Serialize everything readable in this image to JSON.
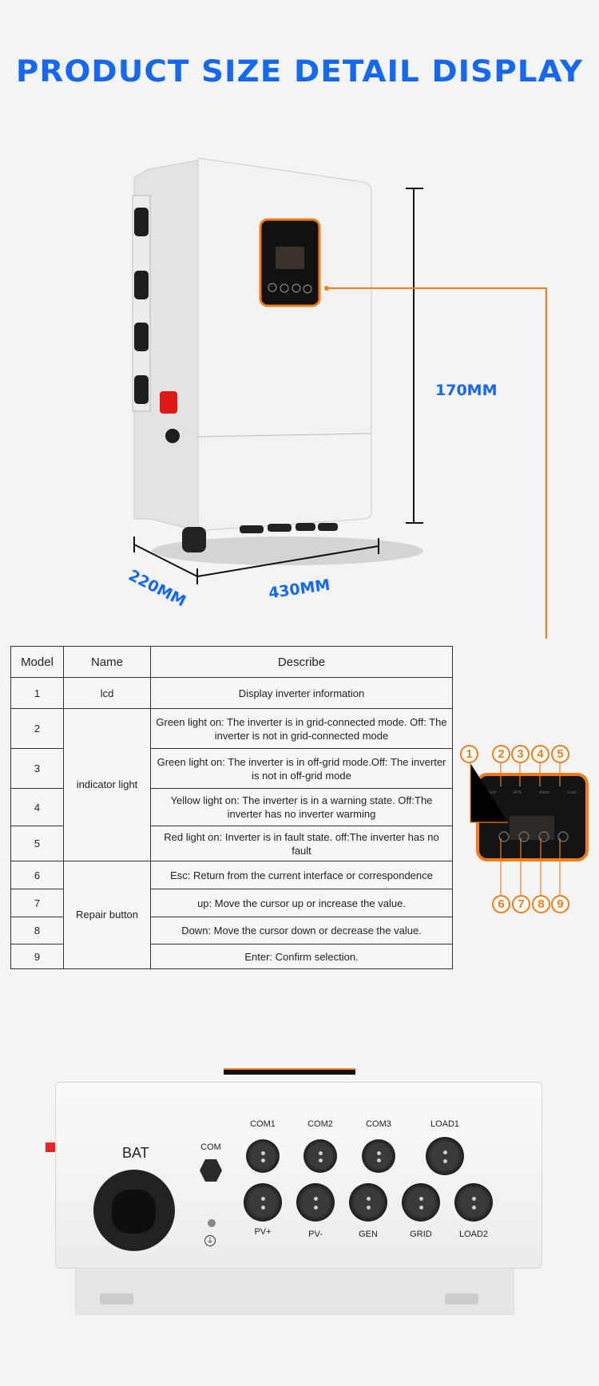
{
  "title": "PRODUCT SIZE DETAIL DISPLAY",
  "dimensions": {
    "height": "170MM",
    "width": "430MM",
    "depth": "220MM"
  },
  "lcd_indicator_labels": [
    "Grid",
    "EPS",
    "Alarm",
    "Fault"
  ],
  "table": {
    "headers": [
      "Model",
      "Name",
      "Describe"
    ],
    "rows": [
      {
        "model": "1",
        "name": "lcd",
        "describe": "Display inverter information"
      },
      {
        "model": "2",
        "name": "indicator light",
        "describe": "Green light on: The inverter is in grid-connected mode. Off: The inverter is not in grid-connected mode"
      },
      {
        "model": "3",
        "describe": "Green light on: The inverter is in off-grid mode.Off: The inverter is not in off-grid mode"
      },
      {
        "model": "4",
        "describe": "Yellow light on: The inverter is in a warning state. Off:The inverter has no inverter warming"
      },
      {
        "model": "5",
        "describe": "Red light on: Inverter is in fault state. off:The inverter has no fault"
      },
      {
        "model": "6",
        "name": "Repair button",
        "describe": "Esc: Return from the current interface or correspondence"
      },
      {
        "model": "7",
        "describe": "up: Move the cursor up or increase the value."
      },
      {
        "model": "8",
        "describe": "Down: Move the cursor down or decrease the value."
      },
      {
        "model": "9",
        "describe": "Enter: Confirm selection."
      }
    ]
  },
  "callout_numbers": [
    "1",
    "2",
    "3",
    "4",
    "5",
    "6",
    "7",
    "8",
    "9"
  ],
  "ports": {
    "bat": "BAT",
    "com": "COM",
    "top": [
      "COM1",
      "COM2",
      "COM3",
      "LOAD1"
    ],
    "bottom": [
      "PV+",
      "PV-",
      "GEN",
      "GRID",
      "LOAD2"
    ]
  },
  "colors": {
    "title": "#1668f2",
    "accent": "#f07d1a"
  }
}
